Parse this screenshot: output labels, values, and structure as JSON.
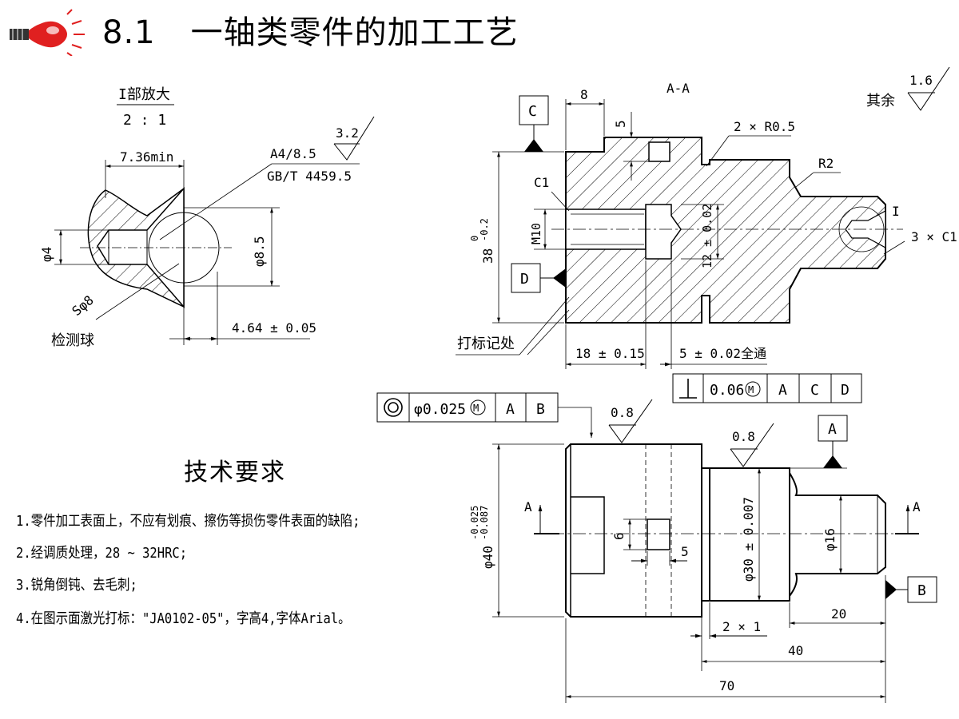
{
  "header": {
    "section_number": "8.1",
    "section_title": "一轴类零件的加工工艺",
    "icon": "lightbulb-icon",
    "icon_color": "#e02020"
  },
  "detail_view": {
    "title": "I部放大",
    "scale": "2 : 1",
    "dim_length": "7.36min",
    "center_hole_spec_1": "A4/8.5",
    "center_hole_spec_2": "GB/T 4459.5",
    "roughness": "3.2",
    "dim_small_dia": "φ4",
    "dim_large_dia": "φ8.5",
    "ball_dia": "Sφ8",
    "ball_label": "检测球",
    "dim_offset": "4.64 ± 0.05"
  },
  "section_view": {
    "title": "A-A",
    "dim_8": "8",
    "dim_5": "5",
    "groove_radius": "2 × R0.5",
    "fillet": "R2",
    "chamfer_c1": "C1",
    "chamfer_3c1": "3 × C1",
    "thread": "M10",
    "dim_12": "12 ± 0.02",
    "dim_38": "38",
    "dim_38_tol_upper": "0",
    "dim_38_tol_lower": "-0.2",
    "detail_marker": "I",
    "datum_c": "C",
    "datum_d": "D",
    "mark_note": "打标记处",
    "dim_18": "18 ± 0.15",
    "dim_slot": "5 ± 0.02全通",
    "roughness_rest_label": "其余",
    "roughness_rest": "1.6"
  },
  "gdt": {
    "perpendicularity": {
      "symbol": "⊥",
      "tolerance": "0.06",
      "modifier": "M",
      "datums": [
        "A",
        "C",
        "D"
      ]
    },
    "coaxiality": {
      "symbol": "◎",
      "tolerance": "φ0.025",
      "modifier": "M",
      "datums": [
        "A",
        "B"
      ]
    }
  },
  "front_view": {
    "roughness_1": "0.8",
    "roughness_2": "0.8",
    "datum_a": "A",
    "datum_b": "B",
    "section_mark": "A",
    "dim_40_dia": "φ40",
    "dim_40_tol_upper": "-0.025",
    "dim_40_tol_lower": "-0.087",
    "dim_6": "6",
    "dim_5": "5",
    "dim_30": "φ30 ± 0.007",
    "dim_16": "φ16",
    "dim_2x1": "2 × 1",
    "dim_20": "20",
    "dim_40": "40",
    "dim_70": "70"
  },
  "tech_requirements": {
    "title": "技术要求",
    "items": [
      "1.零件加工表面上，不应有划痕、擦伤等损伤零件表面的缺陷;",
      "2.经调质处理，28 ~ 32HRC;",
      "3.锐角倒钝、去毛刺;",
      "4.在图示面激光打标：\"JA0102-05\"，字高4,字体Arial。"
    ]
  }
}
